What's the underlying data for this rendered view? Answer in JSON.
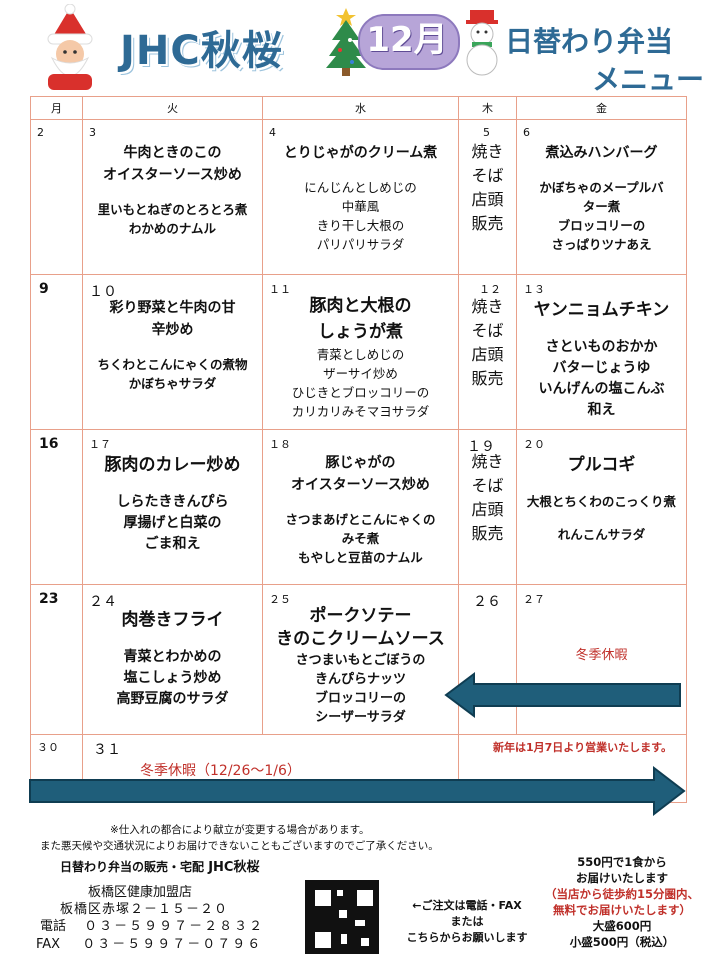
{
  "header": {
    "title": "JHC秋桜",
    "month": "12月",
    "subtitle_line1": "日替わり弁当",
    "subtitle_line2": "メニュー"
  },
  "weekdays": [
    "月",
    "火",
    "水",
    "木",
    "金"
  ],
  "weeks": [
    {
      "mon": "2",
      "tue": {
        "date": "3",
        "main": [
          "牛肉ときのこの",
          "オイスターソース炒め"
        ],
        "sides": [
          "里いもとねぎのとろとろ煮",
          "わかめのナムル"
        ]
      },
      "wed": {
        "date": "4",
        "main": [
          "とりじゃがのクリーム煮"
        ],
        "sides": [
          "にんじんとしめじの",
          "中華風",
          "きり干し大根の",
          "パリパリサラダ"
        ]
      },
      "thu": {
        "date": "5",
        "text": [
          "焼き",
          "そば",
          "店頭",
          "販売"
        ]
      },
      "fri": {
        "date": "6",
        "main": [
          "煮込みハンバーグ"
        ],
        "sides": [
          "かぼちゃのメープルバ",
          "ター煮",
          "ブロッコリーの",
          "さっぱりツナあえ"
        ]
      }
    },
    {
      "mon": "9",
      "tue": {
        "date": "１０",
        "main": [
          "彩り野菜と牛肉の甘",
          "辛炒め"
        ],
        "sides": [
          "ちくわとこんにゃくの煮物",
          "かぼちゃサラダ"
        ]
      },
      "wed": {
        "date": "１１",
        "main": [
          "豚肉と大根の",
          "しょうが煮"
        ],
        "sides": [
          "青菜としめじの",
          "ザーサイ炒め",
          "ひじきとブロッコリーの",
          "カリカリみそマヨサラダ"
        ]
      },
      "thu": {
        "date": "１２",
        "text": [
          "焼き",
          "そば",
          "店頭",
          "販売"
        ]
      },
      "fri": {
        "date": "１３",
        "main": [
          "ヤンニョムチキン"
        ],
        "sides": [
          "さといものおかか",
          "バターじょうゆ",
          "いんげんの塩こんぶ",
          "和え"
        ]
      }
    },
    {
      "mon": "16",
      "tue": {
        "date": "１７",
        "main": [
          "豚肉のカレー炒め"
        ],
        "sides": [
          "しらたききんぴら",
          "厚揚げと白菜の",
          "ごま和え"
        ]
      },
      "wed": {
        "date": "１８",
        "main": [
          "豚じゃがの",
          "オイスターソース炒め"
        ],
        "sides": [
          "さつまあげとこんにゃくの",
          "みそ煮",
          "もやしと豆苗のナムル"
        ]
      },
      "thu": {
        "date": "１９",
        "text": [
          "焼き",
          "そば",
          "店頭",
          "販売"
        ]
      },
      "fri": {
        "date": "２０",
        "main": [
          "プルコギ"
        ],
        "sides": [
          "大根とちくわのこっくり煮",
          "れんこんサラダ"
        ]
      }
    },
    {
      "mon": "23",
      "tue": {
        "date": "２４",
        "main": [
          "肉巻きフライ"
        ],
        "sides": [
          "青菜とわかめの",
          "塩こしょう炒め",
          "高野豆腐のサラダ"
        ]
      },
      "wed": {
        "date": "２５",
        "main": [
          "ポークソテー",
          "きのこクリームソース"
        ],
        "sides": [
          "さつまいもとごぼうの",
          "きんぴらナッツ",
          "ブロッコリーの",
          "シーザーサラダ"
        ]
      },
      "thu": {
        "date": "２６"
      },
      "fri": {
        "date": "２７",
        "holiday": "冬季休暇"
      }
    },
    {
      "mon": "３０",
      "tue": {
        "date": "３１"
      },
      "holiday_range": "冬季休暇（12/26～1/6）",
      "new_year": "新年は1月7日より営業いたします。"
    }
  ],
  "footer": {
    "note1": "※仕入れの都合により献立が変更する場合があります。",
    "note2": "また悪天候や交通状況によりお届けできないこともございますのでご了承ください。",
    "service": "日替わり弁当の販売・宅配",
    "brand": "JHC秋桜",
    "shop": "板橋区健康加盟店",
    "address": "板橋区赤塚２－１５－２０",
    "tel_label": "電話",
    "tel": "０３－５９９７－２８３２",
    "fax_label": "FAX",
    "fax": "０３－５９９７－０７９６",
    "order1": "←ご注文は電話・FAX",
    "order2": "または",
    "order3": "こちらからお願いします",
    "price1": "550円で1食から",
    "price2": "お届けいたします",
    "price3": "（当店から徒歩約15分圏内、",
    "price4": "無料でお届けいたします）",
    "price5": "大盛600円",
    "price6": "小盛500円（税込）"
  },
  "colors": {
    "title": "#2e6a95",
    "grid": "#e8a08a",
    "arrow": "#1f5e7a",
    "holiday": "#c0302a",
    "month_pill": "#b7a5d8"
  }
}
